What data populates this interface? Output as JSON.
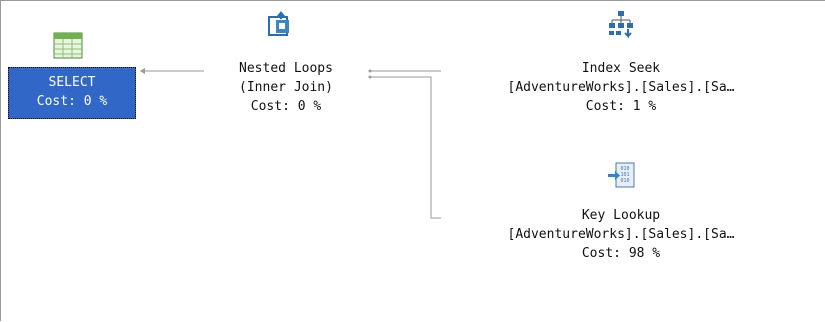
{
  "plan": {
    "select": {
      "name": "SELECT",
      "cost": "Cost: 0 %"
    },
    "nested_loops": {
      "name": "Nested Loops",
      "join": "(Inner Join)",
      "cost": "Cost: 0 %"
    },
    "index_seek": {
      "name": "Index Seek",
      "object": "[AdventureWorks].[Sales].[Sa…",
      "cost": "Cost: 1 %"
    },
    "key_lookup": {
      "name": "Key Lookup",
      "object": "[AdventureWorks].[Sales].[Sa…",
      "cost": "Cost: 98 %"
    }
  },
  "icons": {
    "select": "select-table-icon",
    "nested_loops": "nested-loops-icon",
    "index_seek": "index-seek-icon",
    "key_lookup": "key-lookup-icon"
  },
  "colors": {
    "selection": "#3168c8",
    "edge": "#9a9a9a"
  }
}
